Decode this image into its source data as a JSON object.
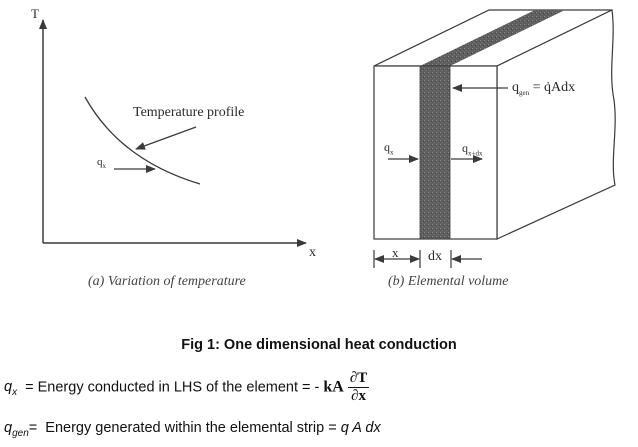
{
  "panel_a": {
    "y_axis_label": "T",
    "x_axis_label": "x",
    "curve_label": "Temperature profile",
    "flux_label": "q",
    "flux_sub": "x",
    "caption": "(a)  Variation of temperature"
  },
  "panel_b": {
    "gen_label": "q",
    "gen_sub": "gen",
    "gen_eq": "= q̇Adx",
    "left_flux": "q",
    "left_flux_sub": "x",
    "right_flux": "q",
    "right_flux_sub": "x+dx",
    "x_dim": "x",
    "dx_dim": "dx",
    "caption": "(b)  Elemental volume"
  },
  "figure_title": "Fig 1: One dimensional heat conduction",
  "equations": [
    {
      "symbol": "q",
      "symbol_sub": "x",
      "text": "  = Energy conducted in LHS of the element",
      "rhs_prefix": " = - ",
      "rhs_coef": "kA",
      "frac_num": "∂T",
      "frac_den": "∂x"
    },
    {
      "symbol": "q",
      "symbol_sub": "gen",
      "text": "=  Energy generated within the elemental strip = ",
      "rhs": "q A dx"
    }
  ],
  "colors": {
    "line": "#3a3a3a",
    "strip": "#5a5a5a",
    "text": "#111111",
    "caption": "#444444"
  }
}
